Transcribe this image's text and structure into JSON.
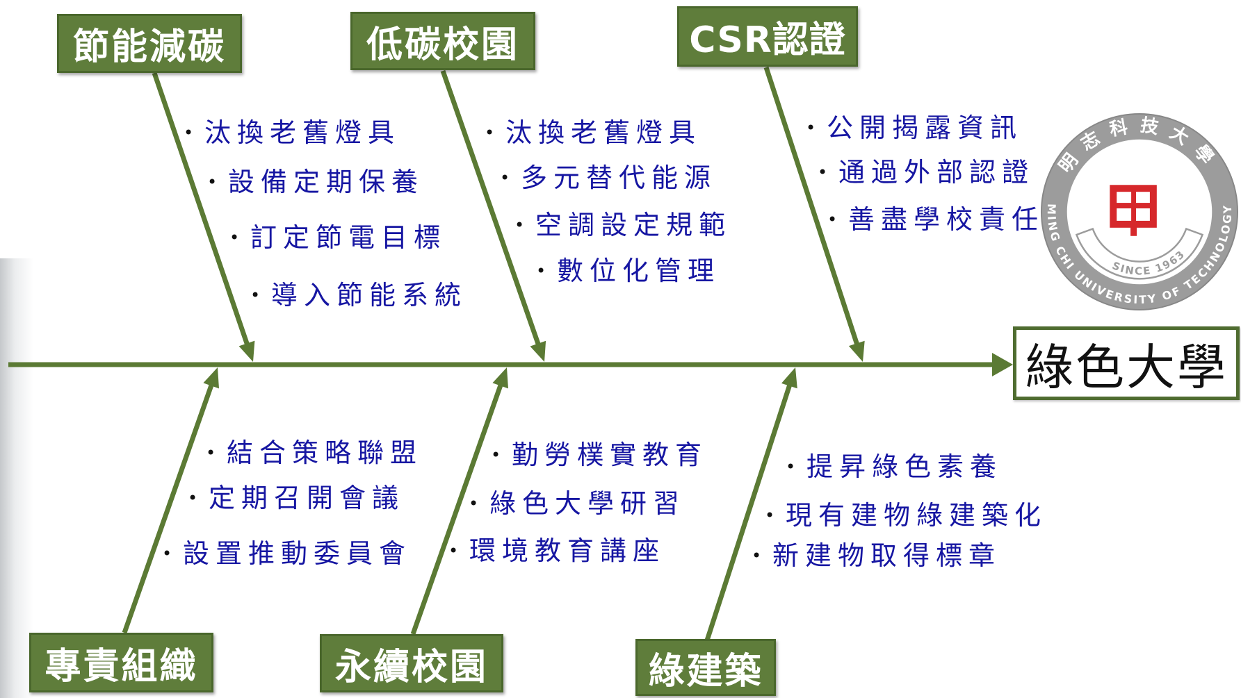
{
  "diagram": {
    "head": "綠色大學",
    "bones": [
      {
        "label": "節能減碳",
        "items": [
          "汰換老舊燈具",
          "設備定期保養",
          "訂定節電目標",
          "導入節能系統"
        ]
      },
      {
        "label": "低碳校園",
        "items": [
          "汰換老舊燈具",
          "多元替代能源",
          "空調設定規範",
          "數位化管理"
        ]
      },
      {
        "label": "CSR認證",
        "items": [
          "公開揭露資訊",
          "通過外部認證",
          "善盡學校責任"
        ]
      },
      {
        "label": "專責組織",
        "items": [
          "結合策略聯盟",
          "定期召開會議",
          "設置推動委員會"
        ]
      },
      {
        "label": "永續校園",
        "items": [
          "勤勞樸實教育",
          "綠色大學研習",
          "環境教育講座"
        ]
      },
      {
        "label": "綠建築",
        "items": [
          "提昇綠色素養",
          "現有建物綠建築化",
          "新建物取得標章"
        ]
      }
    ]
  },
  "logo": {
    "name_zh": "明志科技大學",
    "name_en": "MING CHI UNIVERSITY OF TECHNOLOGY",
    "since": "SINCE 1963"
  },
  "colors": {
    "bone": "#5b7a34",
    "box_fill": "#5f7d3b",
    "box_border": "#4a672c",
    "box_text": "#ffffff",
    "head_border": "#4f6c30",
    "head_text": "#111111",
    "item_text": "#1616a2",
    "bullet": "#111111",
    "logo_gray": "#9c9c9c",
    "logo_red": "#d6282b"
  }
}
